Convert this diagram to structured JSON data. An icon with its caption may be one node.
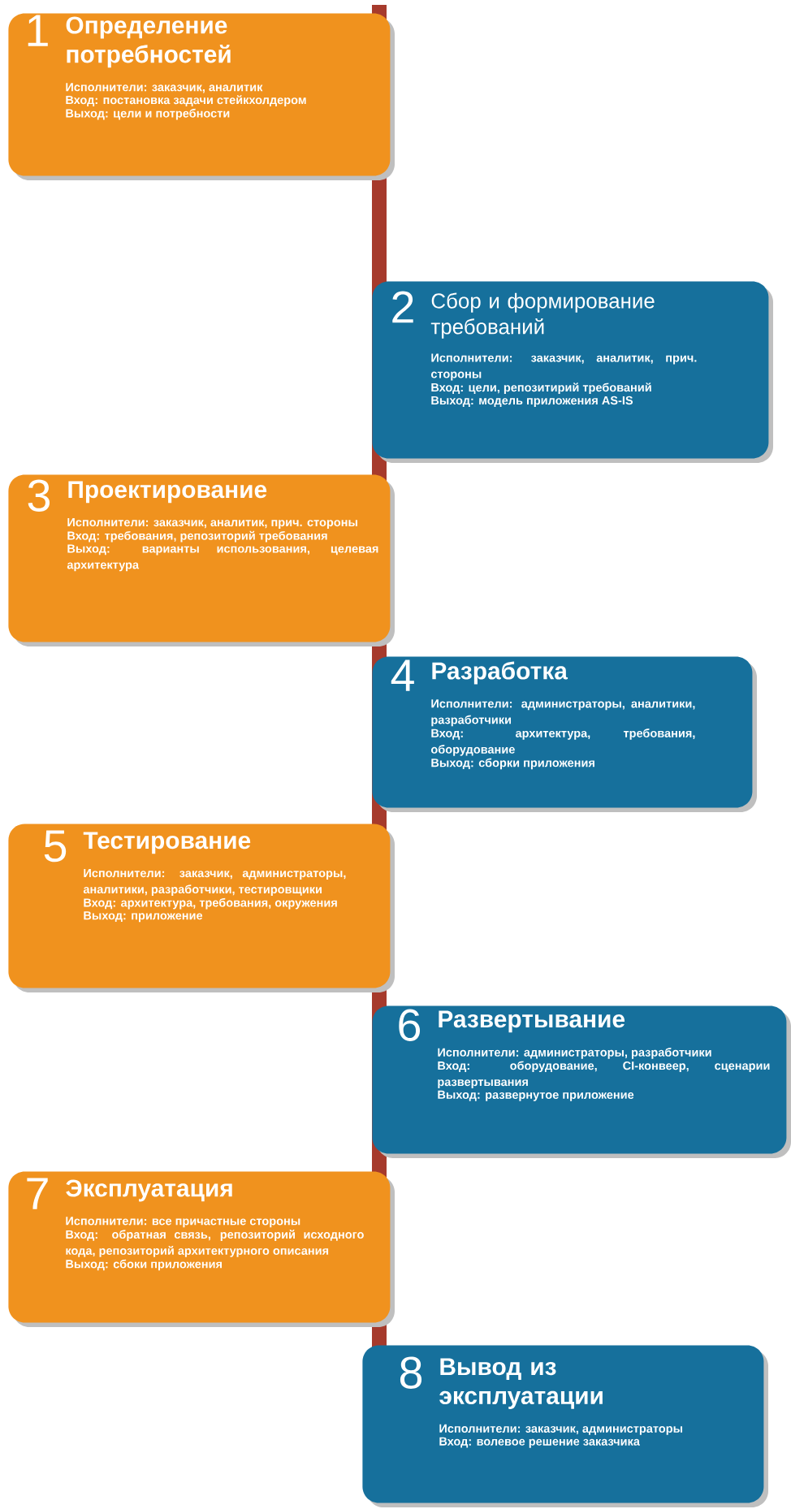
{
  "diagram": {
    "nodes": [
      {
        "text": [
          "1",
          "Определение потребностей",
          "Исполнители: заказчик, аналитик",
          "Вход: постановка задачи стейкхолдером",
          "Выход: цели и потребности"
        ]
      },
      {
        "text": [
          "2",
          "Сбор и формирование требований",
          "Исполнители: заказчик, аналитик, прич. стороны",
          "Вход: цели, репозитирий требований",
          "Выход: модель приложения AS-IS"
        ]
      },
      {
        "text": [
          "3",
          "Проектирование",
          "Исполнители: заказчик, аналитик, прич. стороны",
          "Вход: требования, репозиторий требования",
          "Выход: варианты использования, целевая архитектура"
        ]
      },
      {
        "text": [
          "4",
          "Разработка",
          "Исполнители: администраторы, аналитики, разработчики",
          "Вход: архитектура, требования, оборудование",
          "Выход: сборки приложения"
        ]
      },
      {
        "text": [
          "5",
          "Тестирование",
          "Исполнители: заказчик, администраторы, аналитики, разработчики, тестировщики",
          "Вход: архитектура, требования, окружения",
          "Выход: приложение"
        ]
      },
      {
        "text": [
          "6",
          "Развертывание",
          "Исполнители: администраторы, разработчики",
          "Вход: оборудование, CI-конвеер, сценарии развертывания",
          "Выход: развернутое приложение"
        ]
      },
      {
        "text": [
          "7",
          "Эксплуатация",
          "Исполнители: все причастные стороны",
          "Вход: обратная связь, репозиторий исходного кода, репозиторий архитектурного описания",
          "Выход: сбоки приложения"
        ]
      },
      {
        "text": [
          "8",
          "Вывод из эксплуатации",
          "Исполнители: заказчик, администраторы",
          "Вход: волевое решение заказчика"
        ]
      }
    ]
  }
}
